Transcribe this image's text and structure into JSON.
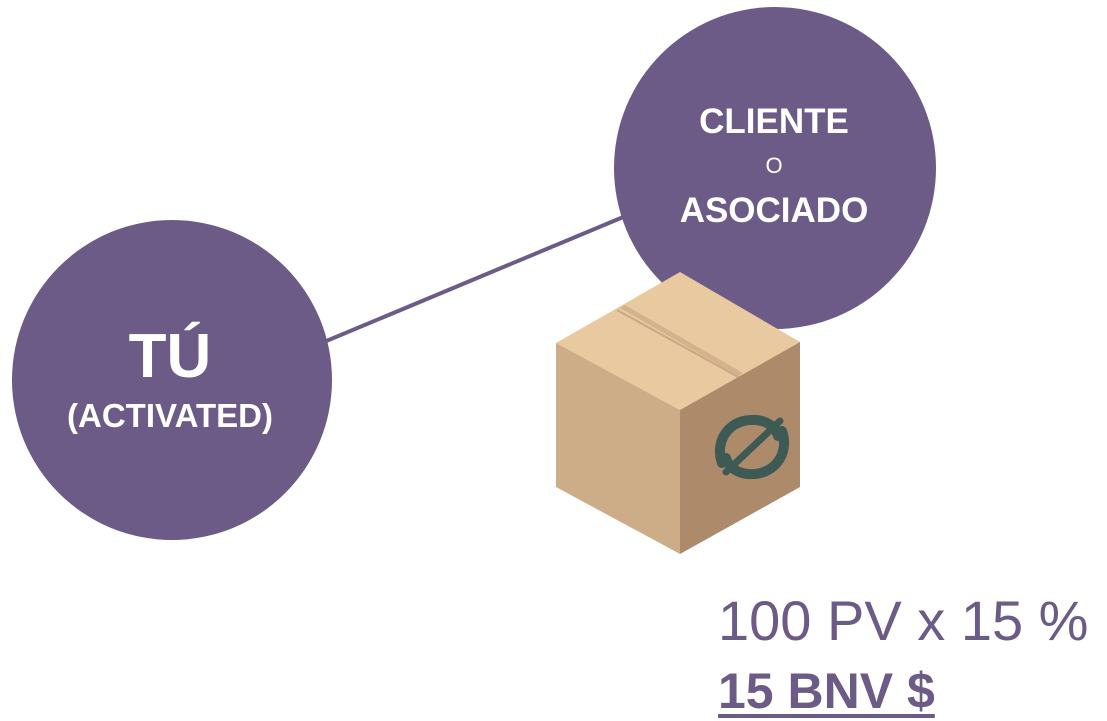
{
  "colors": {
    "circle_fill": "#6b5b86",
    "connector": "#6b5b86",
    "box_top": "#e8c9a0",
    "box_left": "#cdac88",
    "box_right": "#ad8a69",
    "box_tape": "#d8b892",
    "logo": "#3e5a55",
    "text_light": "#ffffff"
  },
  "nodes": {
    "you": {
      "label": "TÚ",
      "status": "(ACTIVATED)"
    },
    "client": {
      "line1": "CLIENTE",
      "line2": "O",
      "line3": "ASOCIADO"
    }
  },
  "product": {
    "icon": "cardboard-box-icon",
    "logo_icon": "brand-logo-icon"
  },
  "calculation": {
    "formula": "100 PV x 15 %",
    "result": "15 BNV $"
  }
}
